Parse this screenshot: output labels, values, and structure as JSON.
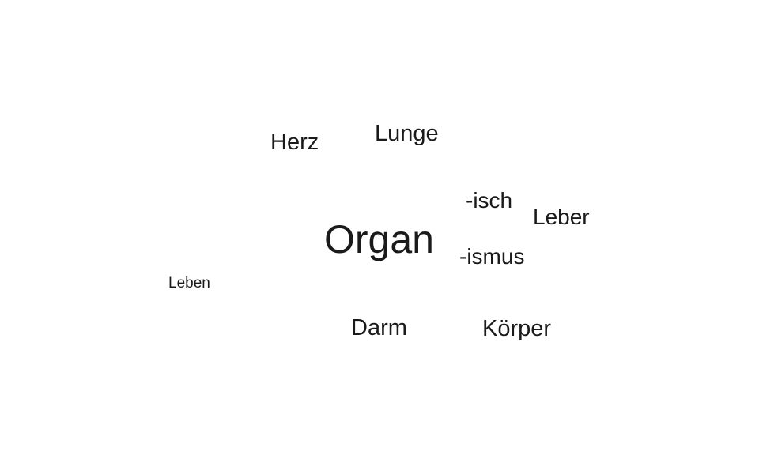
{
  "cloud": {
    "center": "Organ",
    "words": {
      "herz": "Herz",
      "lunge": "Lunge",
      "isch": "-isch",
      "leber": "Leber",
      "ismus": "-ismus",
      "leben": "Leben",
      "darm": "Darm",
      "koerper": "Körper"
    }
  },
  "colors": {
    "text": "#1a1a1a",
    "background": "#ffffff"
  }
}
